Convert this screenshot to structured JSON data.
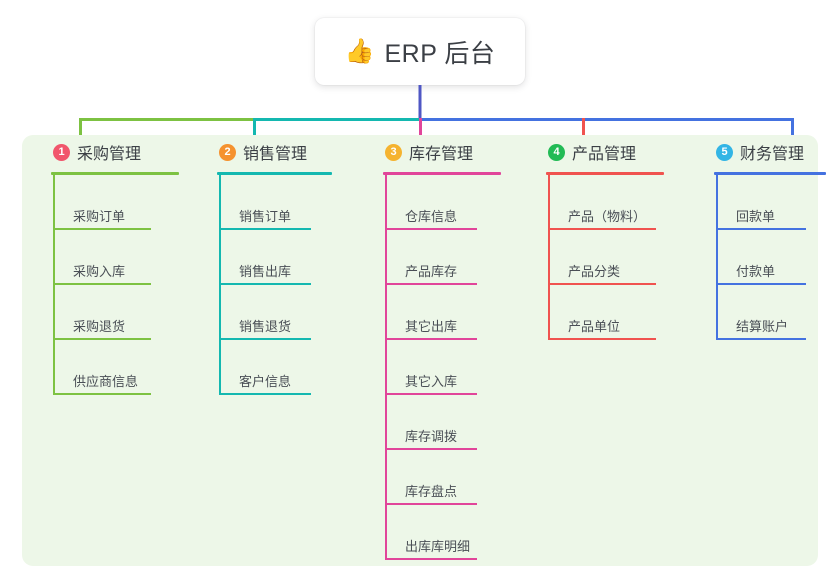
{
  "root": {
    "icon": "thumbs-up-icon",
    "icon_glyph": "👍",
    "title": "ERP 后台"
  },
  "theme": {
    "panel_background": "#edf7e8",
    "page_background": "#ffffff",
    "root_card_background": "#ffffff",
    "root_connector": "#4f57c4"
  },
  "columns": [
    {
      "number": "1",
      "title": "采购管理",
      "line_color": "#7dc242",
      "badge_color": "#f1566c",
      "items": [
        {
          "label": "采购订单"
        },
        {
          "label": "采购入库"
        },
        {
          "label": "采购退货"
        },
        {
          "label": "供应商信息"
        }
      ]
    },
    {
      "number": "2",
      "title": "销售管理",
      "line_color": "#14b8b0",
      "badge_color": "#f5922f",
      "items": [
        {
          "label": "销售订单"
        },
        {
          "label": "销售出库"
        },
        {
          "label": "销售退货"
        },
        {
          "label": "客户信息"
        }
      ]
    },
    {
      "number": "3",
      "title": "库存管理",
      "line_color": "#e1459a",
      "badge_color": "#f5b32f",
      "items": [
        {
          "label": "仓库信息"
        },
        {
          "label": "产品库存"
        },
        {
          "label": "其它出库"
        },
        {
          "label": "其它入库"
        },
        {
          "label": "库存调拨"
        },
        {
          "label": "库存盘点"
        },
        {
          "label": "出库库明细"
        }
      ]
    },
    {
      "number": "4",
      "title": "产品管理",
      "line_color": "#f0534f",
      "badge_color": "#22bb55",
      "items": [
        {
          "label": "产品（物料）"
        },
        {
          "label": "产品分类"
        },
        {
          "label": "产品单位"
        }
      ]
    },
    {
      "number": "5",
      "title": "财务管理",
      "line_color": "#4472e0",
      "badge_color": "#33b5e5",
      "items": [
        {
          "label": "回款单"
        },
        {
          "label": "付款单"
        },
        {
          "label": "结算账户"
        }
      ]
    }
  ],
  "connectors": {
    "trunk_color": "#4f57c4",
    "bus_segments": [
      {
        "color": "#7dc242"
      },
      {
        "color": "#14b8b0"
      },
      {
        "color": "#4472e0"
      }
    ]
  }
}
